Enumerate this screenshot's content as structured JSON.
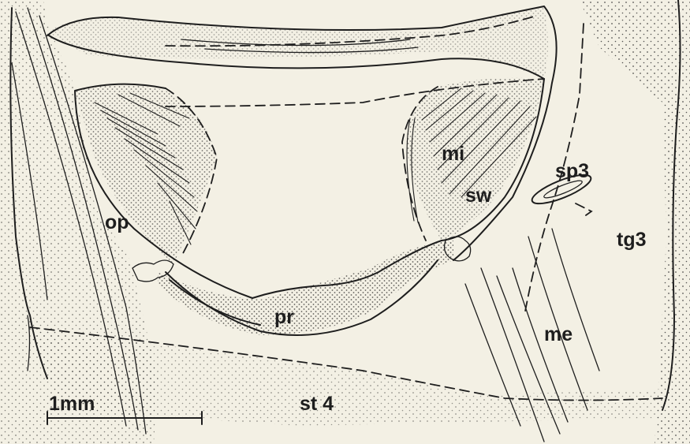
{
  "figure": {
    "labels": {
      "op": "op",
      "mi": "mi",
      "sw": "sw",
      "sp3": "sp3",
      "tg3": "tg3",
      "pr": "pr",
      "me": "me",
      "st4": "st 4"
    },
    "scale_bar": {
      "label": "1mm",
      "length_mm": 1
    }
  },
  "colors": {
    "background": "#f3f0e4",
    "ink": "#1e1e1e"
  }
}
